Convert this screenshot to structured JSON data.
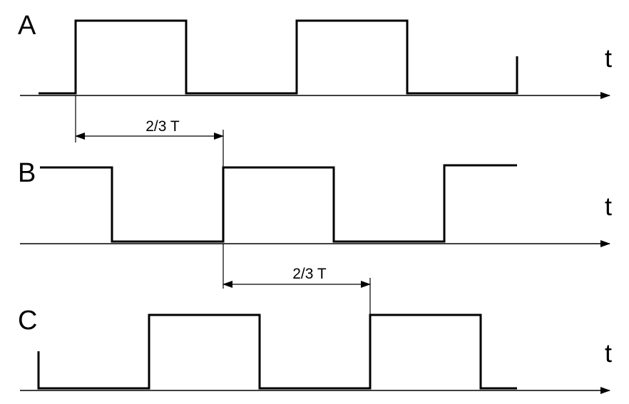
{
  "signals": [
    {
      "label": "A",
      "axis_label": "t"
    },
    {
      "label": "B",
      "axis_label": "t"
    },
    {
      "label": "C",
      "axis_label": "t"
    }
  ],
  "dimensions": [
    {
      "text": "2/3 T",
      "from": "A",
      "to": "B"
    },
    {
      "text": "2/3 T",
      "from": "B",
      "to": "C"
    }
  ]
}
